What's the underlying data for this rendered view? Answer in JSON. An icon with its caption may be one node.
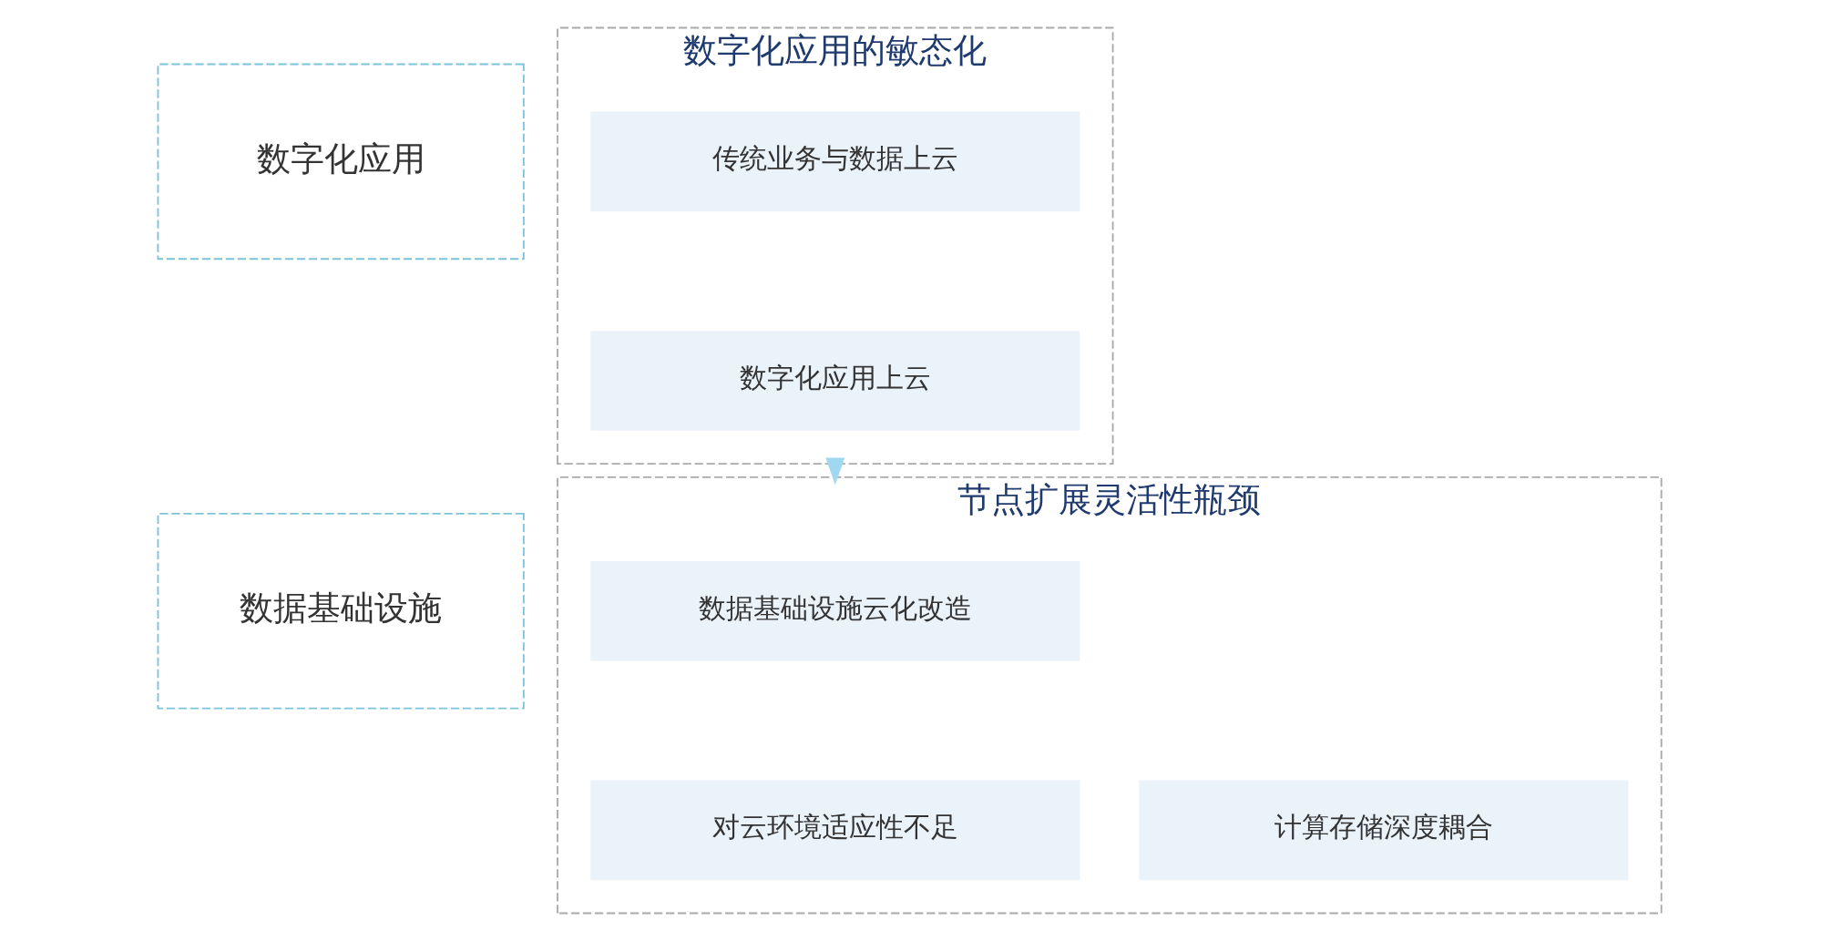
{
  "diagram": {
    "nodes": [
      {
        "text": [
          "数字化应用"
        ]
      },
      {
        "text": [
          "数字化应用的敏态化"
        ]
      },
      {
        "text": [
          "传统业务与数据上云"
        ],
        "in": 1
      },
      {
        "text": [
          "数字化应用上云"
        ],
        "in": 1
      },
      {
        "text": [
          "数据基础设施"
        ]
      },
      {
        "text": [
          "节点扩展灵活性瓶颈"
        ]
      },
      {
        "text": [
          "数据基础设施云化改造"
        ],
        "in": 5
      },
      {
        "text": [
          "对云环境适应性不足"
        ],
        "in": 5
      },
      {
        "text": [
          "计算存储深度耦合"
        ],
        "in": 5
      }
    ],
    "edges": [
      {
        "from": 1,
        "to": 5,
        "arrow": "to",
        "color": "#9fd8f0"
      }
    ]
  }
}
